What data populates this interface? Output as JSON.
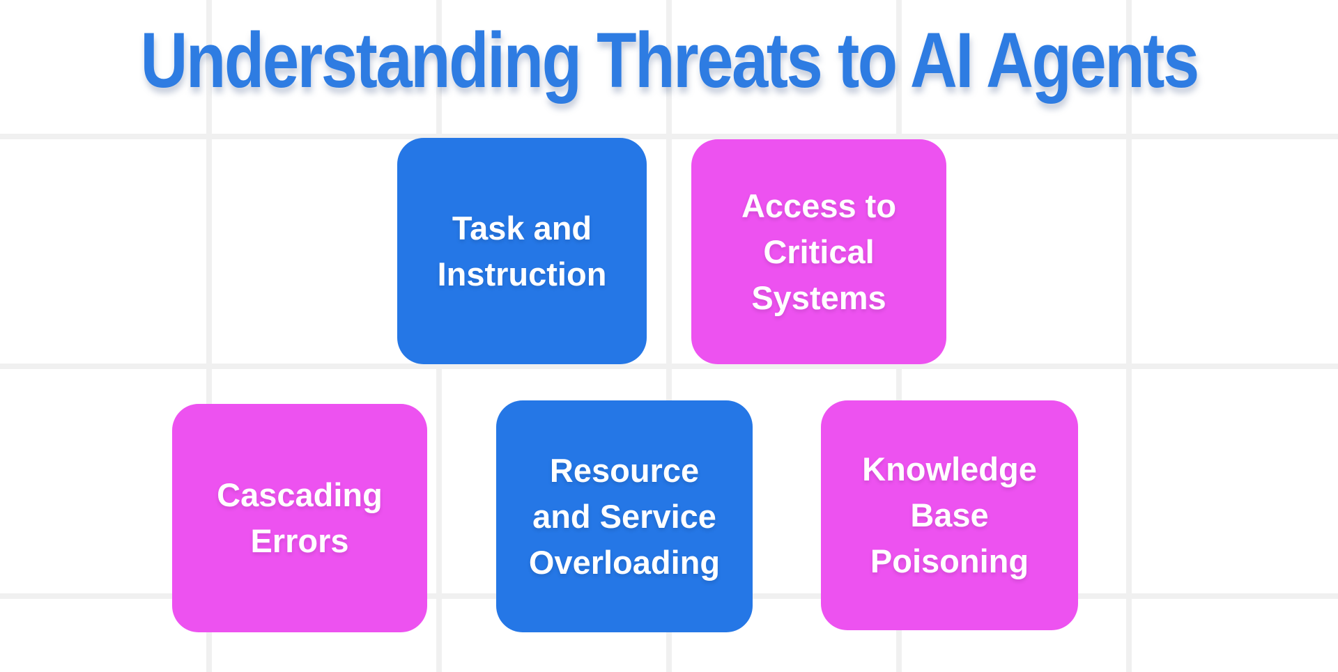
{
  "header": {
    "title": "Understanding Threats to AI Agents"
  },
  "colors": {
    "title-blue": "#2e7ce2",
    "card-blue": "#2577e6",
    "card-magenta": "#ed52f0",
    "card-text": "#ffffff",
    "grid-line": "#f0f0f0",
    "background": "#ffffff"
  },
  "cards": [
    {
      "id": "task-and-instruction",
      "color": "blue",
      "lines": [
        "Task and",
        "Instruction"
      ]
    },
    {
      "id": "access-to-critical-systems",
      "color": "magenta",
      "lines": [
        "Access to",
        "Critical",
        "Systems"
      ]
    },
    {
      "id": "cascading-errors",
      "color": "magenta",
      "lines": [
        "Cascading",
        "Errors"
      ]
    },
    {
      "id": "resource-and-service-overloading",
      "color": "blue",
      "lines": [
        "Resource",
        "and Service",
        "Overloading"
      ]
    },
    {
      "id": "knowledge-base-poisoning",
      "color": "magenta",
      "lines": [
        "Knowledge",
        "Base",
        "Poisoning"
      ]
    }
  ]
}
